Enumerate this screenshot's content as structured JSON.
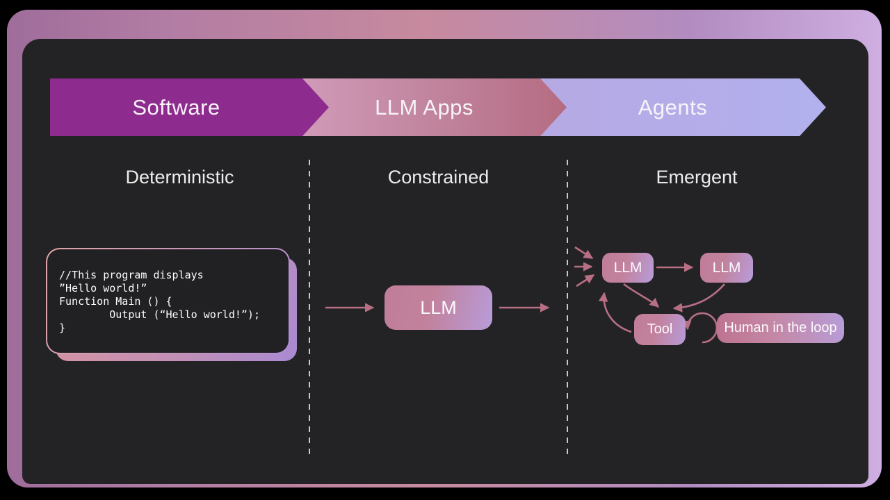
{
  "banner": {
    "stages": [
      {
        "label": "Software"
      },
      {
        "label": "LLM Apps"
      },
      {
        "label": "Agents"
      }
    ]
  },
  "columns": [
    {
      "header": "Deterministic"
    },
    {
      "header": "Constrained"
    },
    {
      "header": "Emergent"
    }
  ],
  "code_block": {
    "lines": [
      "//This program displays",
      "”Hello world!”",
      "Function Main () {",
      "        Output (“Hello world!”);",
      "}"
    ]
  },
  "llm_app": {
    "box_label": "LLM"
  },
  "agents": {
    "llm1": "LLM",
    "llm2": "LLM",
    "tool": "Tool",
    "human": "Human in the loop"
  },
  "colors": {
    "software_chevron": "#8e2b8f",
    "llm_apps_chevron_from": "#d09ab8",
    "llm_apps_chevron_to": "#b56c82",
    "agents_chevron": "#b3aeea",
    "arrow": "#b86f84",
    "box_gradient_from": "#bf7d9b",
    "box_gradient_to": "#b89cda",
    "panel_bg": "#232325",
    "frame_gradient_left": "#9f6d9b",
    "frame_gradient_mid": "#c78a9e",
    "frame_gradient_right": "#cfaee2"
  }
}
